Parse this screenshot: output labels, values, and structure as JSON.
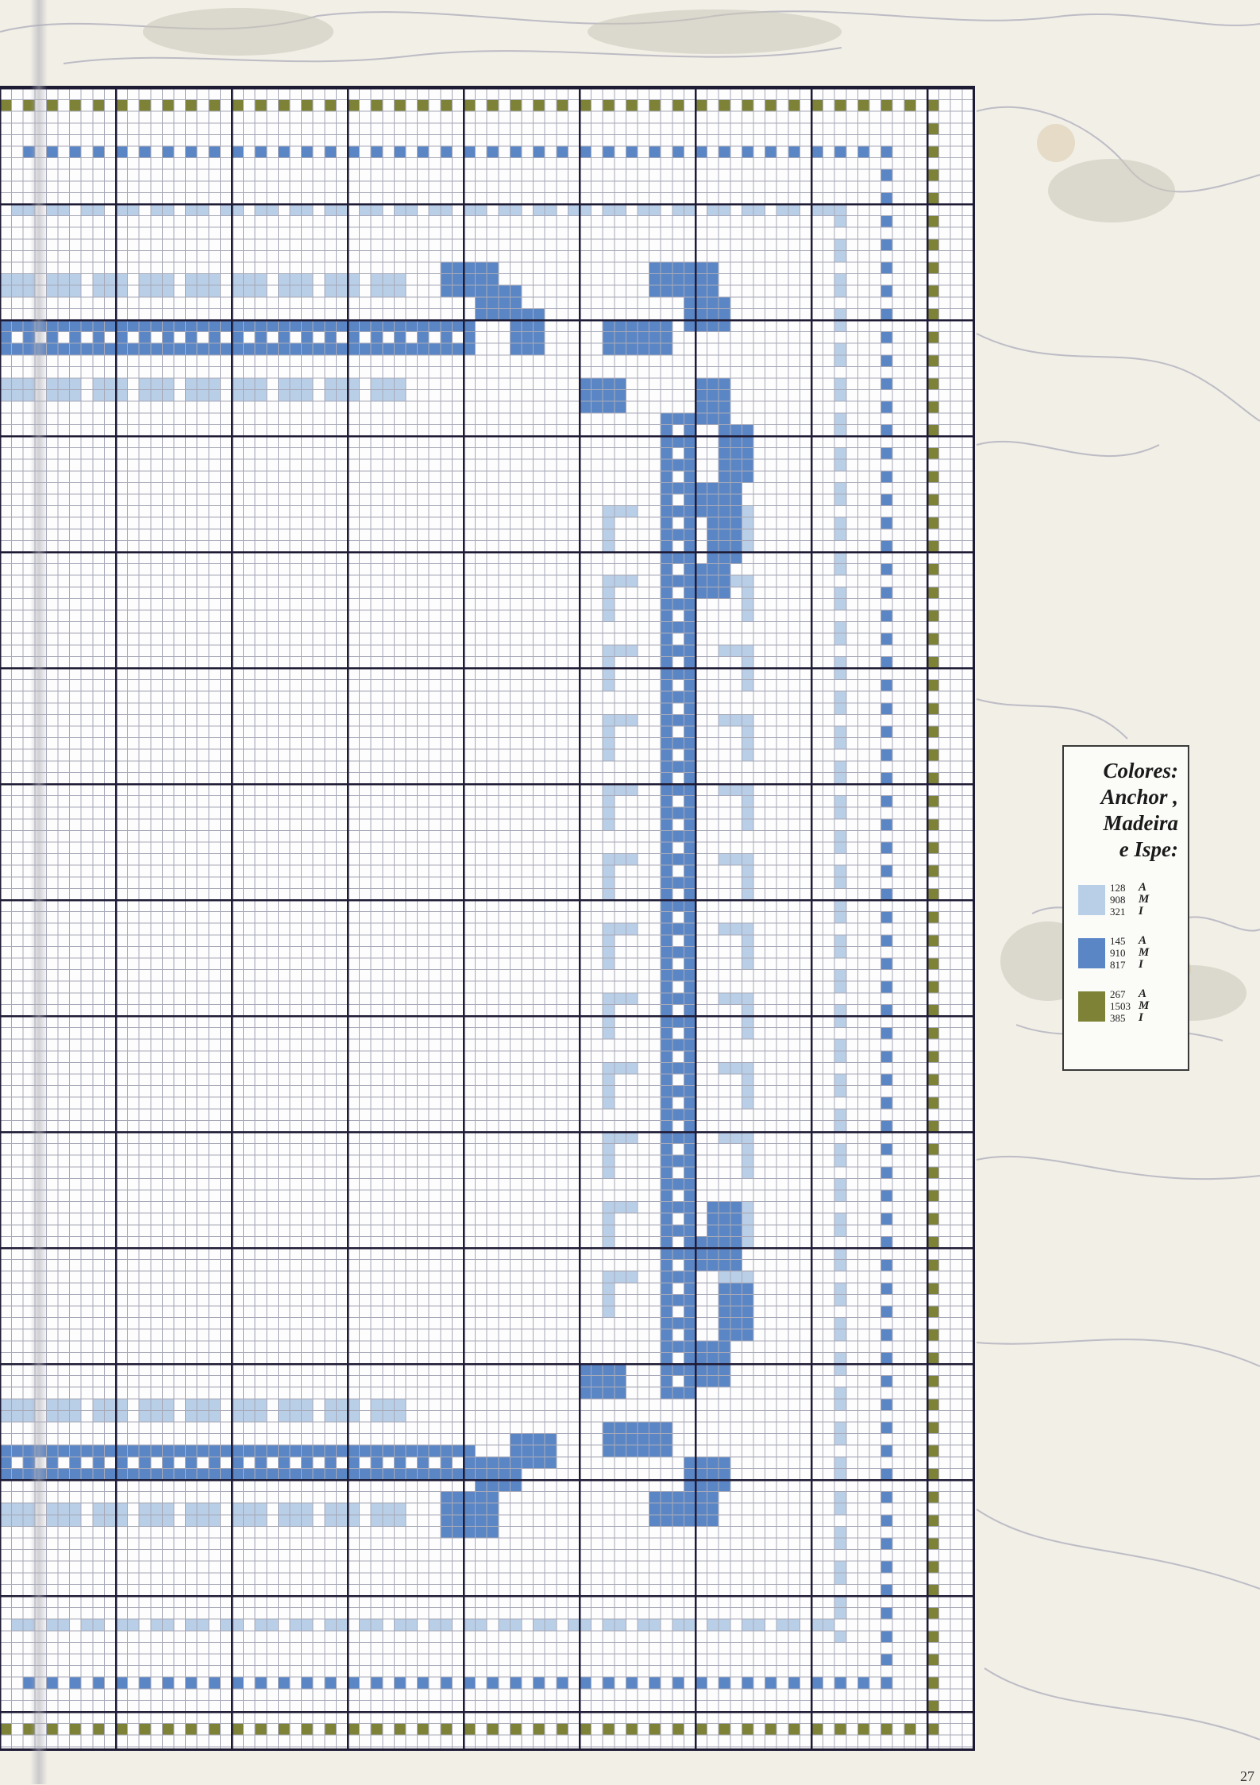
{
  "legend": {
    "title_lines": [
      "Colores:",
      "Anchor ,",
      "Madeira",
      "e Ispe:"
    ],
    "items": [
      {
        "name": "light-blue",
        "color": "#b9cfe8",
        "codes": [
          "128",
          "908",
          "321"
        ],
        "letters": [
          "A",
          "M",
          "I"
        ]
      },
      {
        "name": "medium-blue",
        "color": "#5b86c6",
        "codes": [
          "145",
          "910",
          "817"
        ],
        "letters": [
          "A",
          "M",
          "I"
        ]
      },
      {
        "name": "olive-green",
        "color": "#7d8236",
        "codes": [
          "267",
          "1503",
          "385"
        ],
        "letters": [
          "A",
          "M",
          "I"
        ]
      }
    ]
  },
  "page_number": "27",
  "colors": {
    "grid_fine": "#a7a9b8",
    "grid_major": "#1e1b35",
    "light_blue": "#b9cfe8",
    "medium_blue": "#5b86c6",
    "olive": "#7d8236",
    "paper": "#fdfdfd"
  }
}
